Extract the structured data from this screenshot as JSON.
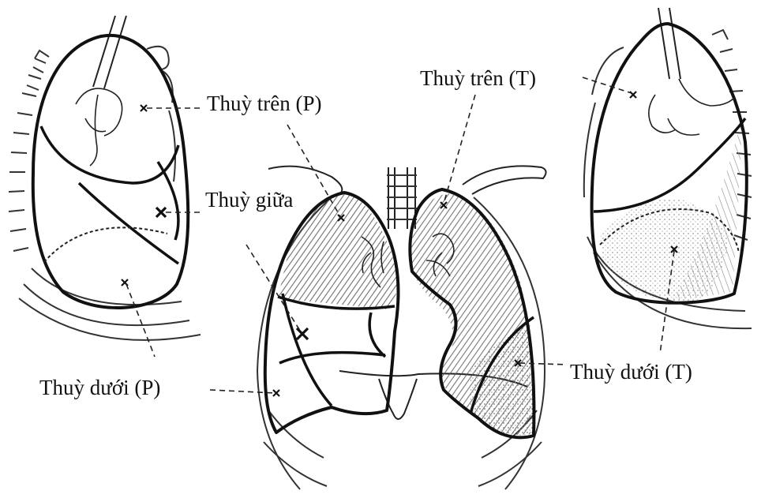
{
  "labels": {
    "right_upper": "Thuỳ trên (P)",
    "middle": "Thuỳ giữa",
    "right_lower": "Thuỳ dưới (P)",
    "left_upper": "Thuỳ trên (T)",
    "left_lower": "Thuỳ dưới (T)"
  },
  "colors": {
    "ink": "#111111",
    "shading": "#6e6e6e",
    "background": "#ffffff"
  }
}
